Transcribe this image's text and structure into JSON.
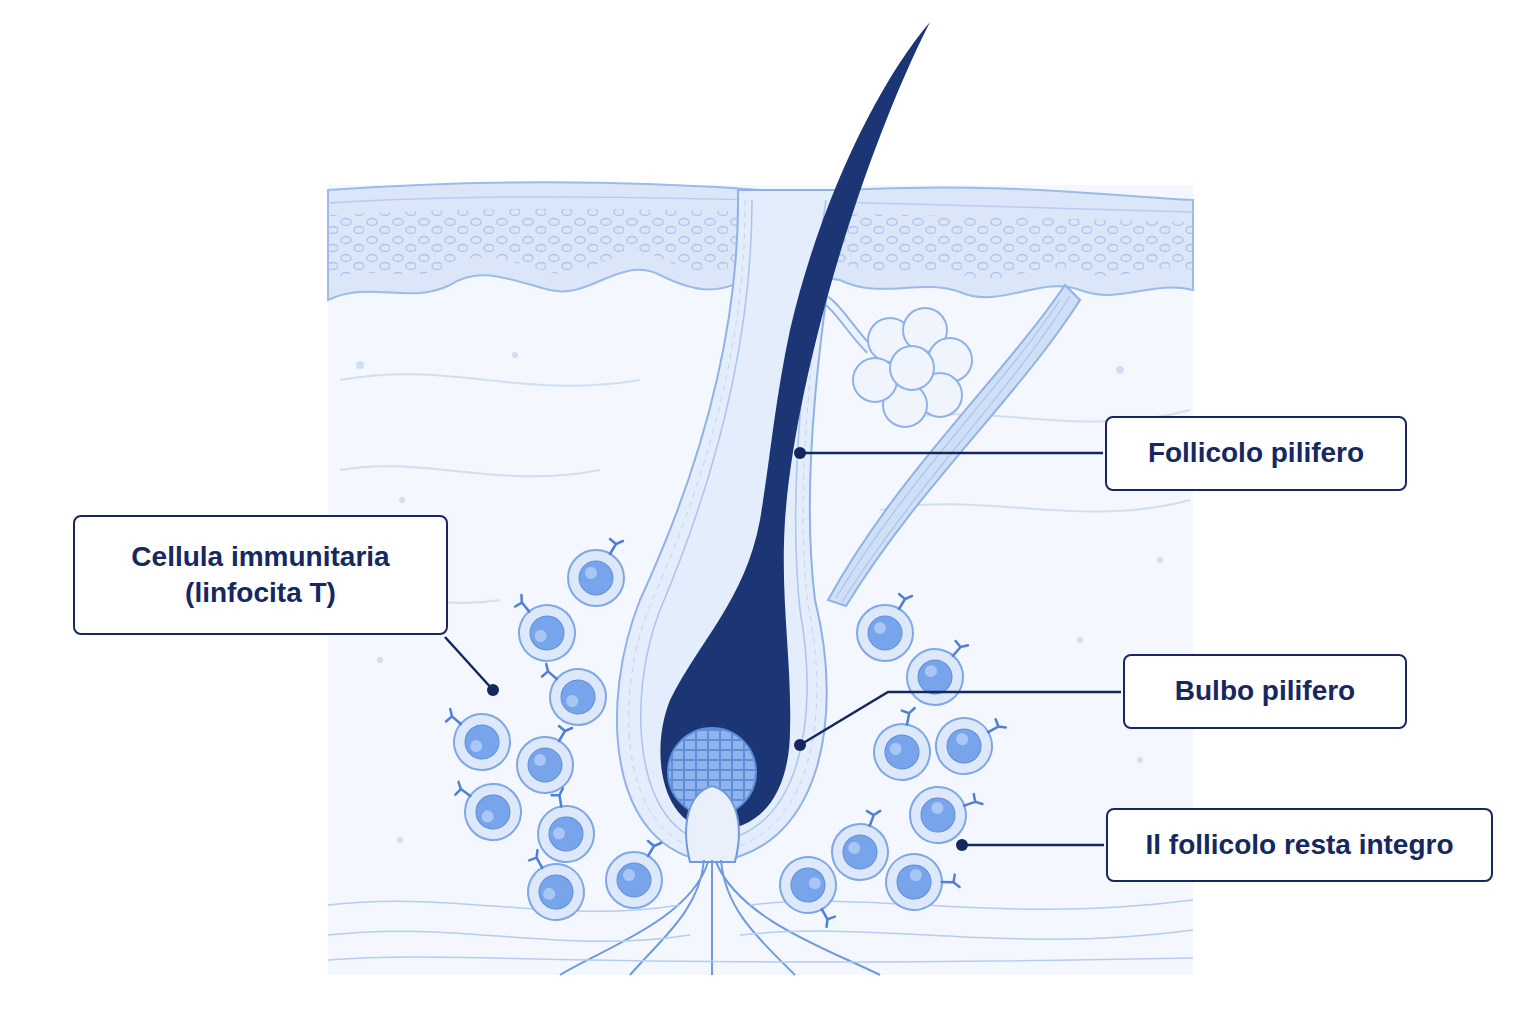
{
  "diagram": {
    "nodes": [
      {
        "text": [
          "Follicolo pilifero"
        ]
      },
      {
        "text": [
          "Cellula immunitaria (linfocita T)"
        ]
      },
      {
        "text": [
          "Bulbo pilifero"
        ]
      },
      {
        "text": [
          "Il follicolo resta integro"
        ]
      }
    ]
  }
}
